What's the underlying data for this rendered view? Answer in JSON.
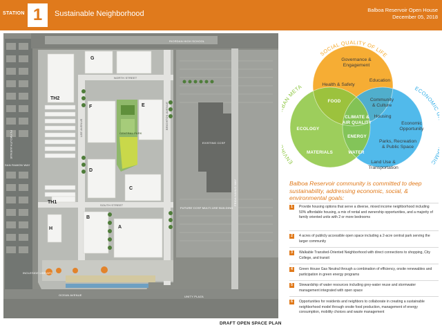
{
  "header": {
    "station_label": "STATION",
    "station_number": "1",
    "title": "Sustainable Neighborhood",
    "event": "Balboa Reservoir Open House",
    "date": "December 05, 2018"
  },
  "map": {
    "caption": "DRAFT OPEN SPACE PLAN",
    "street_labels": {
      "riordan_high_school": "RIORDAN HIGH SCHOOL",
      "frida_kahlo_way": "FRIDA KAHLO WAY",
      "plymouth_avenue": "PLYMOUTH AVENUE",
      "san_ramon_way": "SAN RAMON WAY",
      "ocean_avenue": "OCEAN AVENUE",
      "ingleside_library": "INGLESIDE LIBRARY",
      "unity_plaza": "UNITY PLAZA",
      "future_city_college": "FUTURE CCSF MULTI-USE BUILDING",
      "central_park": "CENTRAL PARK",
      "south_street": "SOUTH STREET",
      "north_street": "NORTH STREET",
      "lee_avenue": "LEE AVENUE",
      "brighton_avenue": "BRIGHTON AVENUE",
      "existing_ccsf": "EXISTING CCSF"
    },
    "parcel_labels": [
      "G",
      "TH2",
      "F",
      "E",
      "D",
      "C",
      "TH1",
      "B",
      "A",
      "H"
    ]
  },
  "venn": {
    "arc_labels": {
      "top": "SOCIAL QUALITY OF LIFE",
      "left": "ENVIRONMENTAL URBAN METABOLISM",
      "right": "ECONOMIC GROWTH DYNAMIC"
    },
    "social_items": [
      "Governance &",
      "Engagement",
      "Health & Safety",
      "Education"
    ],
    "economic_items": [
      "Economic",
      "Opportunity",
      "Parks, Recreation",
      "& Public Space",
      "Land Use &",
      "Transportation"
    ],
    "overlap_items": [
      "Community",
      "& Culture",
      "Housing"
    ],
    "env_items": [
      "ECOLOGY",
      "MATERIALS"
    ],
    "bold_items": [
      "FOOD",
      "CLIMATE &",
      "AIR QUALITY",
      "ENERGY",
      "WATER"
    ],
    "colors": {
      "social": "#f5a623",
      "economic": "#33aee8",
      "environmental": "#8cc63f",
      "accent": "#e07a1c"
    }
  },
  "goals": {
    "intro": "Balboa Reservoir community is committed to deep sustainability, addressing economic, social, & environmental goals:",
    "items": [
      {
        "num": "1",
        "text": "Provide housing options that serve a diverse, mixed income neighborhood including 50% affordable housing, a mix of rental and ownership opportunities, and a majority of family oriented units with 2 or more bedrooms"
      },
      {
        "num": "2",
        "text": "4 acres of publicly accessible open space including a 2-acre central park serving the larger community"
      },
      {
        "num": "3",
        "text": "Walkable Transited-Oriented Neighborhood with direct connections to shopping, City College, and transit"
      },
      {
        "num": "4",
        "text": "Green House Gas Neutral through a combination of efficiency, onsite renewables and participation in green energy programs"
      },
      {
        "num": "5",
        "text": "Stewardship of water resources including grey-water reuse and stormwater management integrated with open space"
      },
      {
        "num": "6",
        "text": "Opportunities for residents and neighbors to collaborate in creating a sustainable neighborhood model through onsite food production, management of energy consumption, mobility choices and waste management"
      }
    ]
  }
}
